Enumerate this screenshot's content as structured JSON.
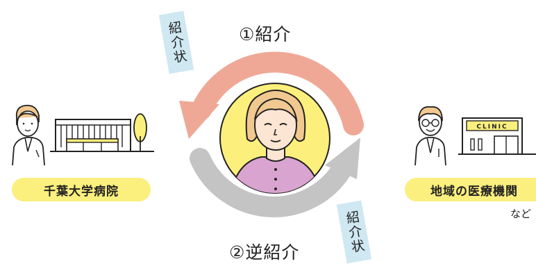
{
  "arrows": {
    "top_label": "①紹介",
    "bottom_label": "②逆紹介",
    "top_color": "#efa895",
    "bottom_color": "#c4c4c4"
  },
  "notes": {
    "top": "紹介状",
    "bottom": "紹介状",
    "color": "#cfe8f2"
  },
  "left": {
    "name": "千葉大学病院"
  },
  "right": {
    "name": "地域の医療機関",
    "suffix": "など",
    "building_sign": "CLINIC"
  },
  "center": {
    "figure": "patient-avatar"
  },
  "colors": {
    "pill": "#fbef7e",
    "avatar_bg": "#fcef7c",
    "sweater": "#d9a4cf",
    "hair": "#f1c990",
    "skin": "#fde5d3"
  }
}
